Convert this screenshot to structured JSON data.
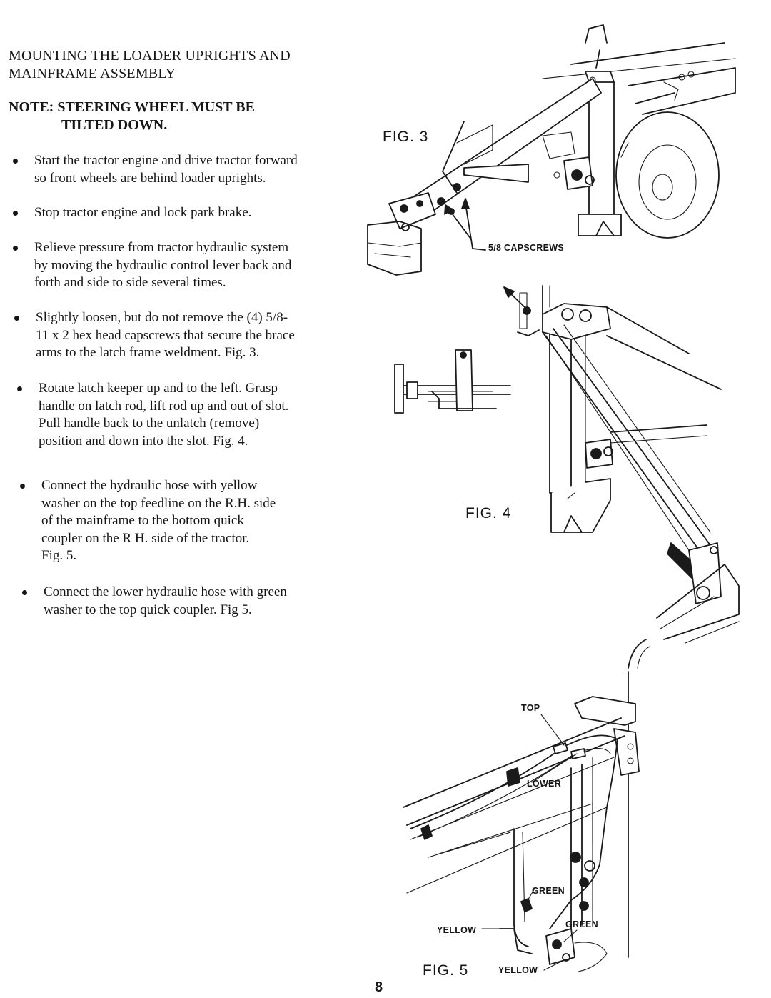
{
  "section": {
    "heading": "MOUNTING THE LOADER UPRIGHTS AND MAINFRAME ASSEMBLY",
    "note_line1": "NOTE: STEERING WHEEL MUST BE",
    "note_line2": "TILTED DOWN."
  },
  "steps": [
    {
      "lines": [
        "Start the tractor engine and drive tractor forward",
        "so front wheels are behind loader uprights."
      ]
    },
    {
      "lines": [
        "Stop tractor engine and lock park brake."
      ]
    },
    {
      "lines": [
        "Relieve pressure from tractor hydraulic system",
        "by moving the hydraulic control lever back and",
        "forth and side to side several times."
      ]
    },
    {
      "lines": [
        "Slightly loosen, but do not remove the (4) 5/8-",
        "11 x 2 hex head capscrews that secure the brace",
        "arms to the latch frame weldment.  Fig. 3."
      ]
    },
    {
      "lines": [
        "Rotate latch keeper up and to the left. Grasp",
        "handle on latch rod, lift rod up and out of slot.",
        "Pull handle back to the unlatch (remove)",
        "position and down into the slot.  Fig. 4."
      ]
    },
    {
      "lines": [
        "Connect the hydraulic hose with yellow",
        "washer on the top feedline on the R.H. side",
        "of the mainframe to the bottom quick",
        "coupler on the  R H. side of the tractor.",
        "Fig. 5."
      ]
    },
    {
      "lines": [
        "Connect the lower hydraulic hose with green",
        "washer to the top quick coupler.  Fig 5."
      ]
    }
  ],
  "figures": {
    "fig3": {
      "label": "FIG. 3",
      "callout": "5/8 CAPSCREWS"
    },
    "fig4": {
      "label": "FIG. 4"
    },
    "fig5": {
      "label": "FIG. 5",
      "top": "TOP",
      "lower": "LOWER",
      "green_upper": "GREEN",
      "green_lower": "GREEN",
      "yellow_left": "YELLOW",
      "yellow_bottom": "YELLOW"
    }
  },
  "page_number": "8"
}
